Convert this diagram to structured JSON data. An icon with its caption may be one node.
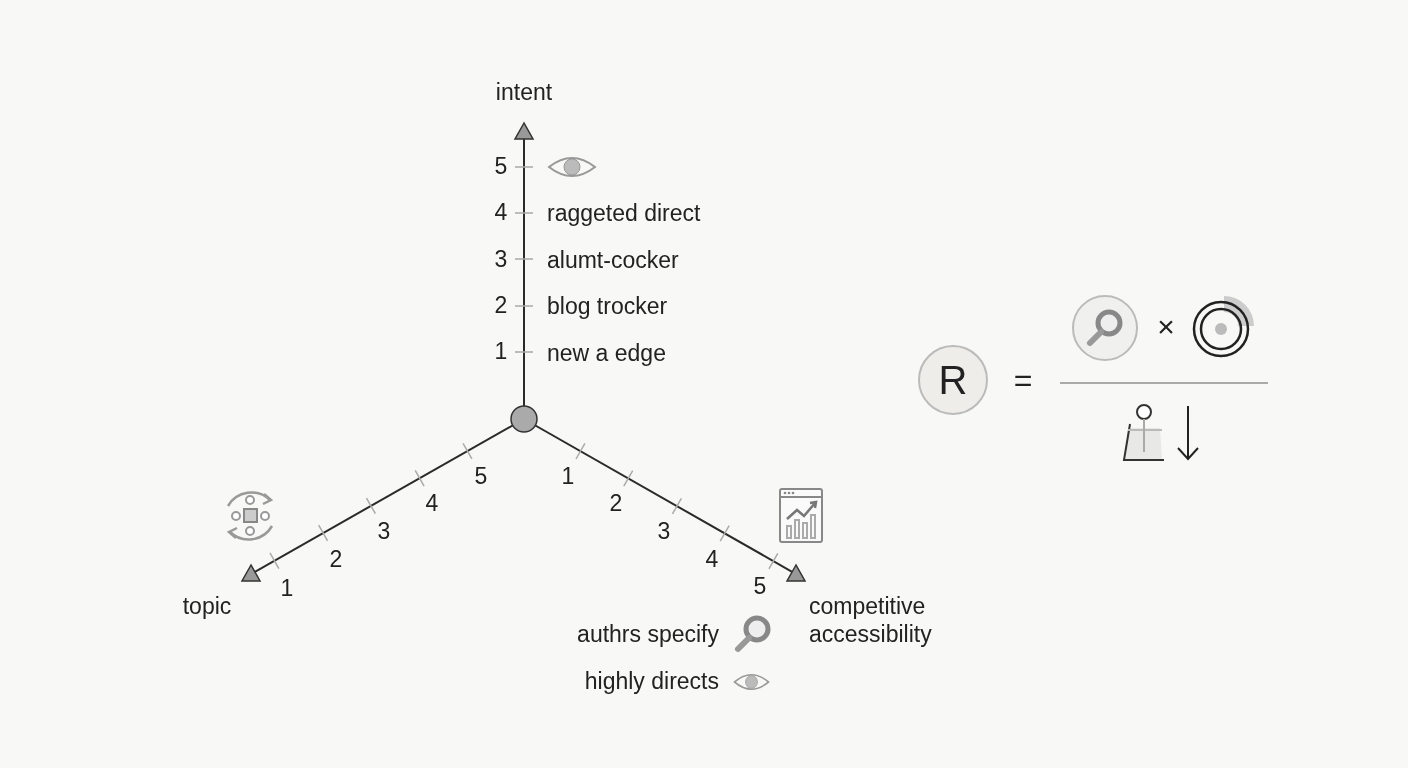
{
  "diagram": {
    "nodes": [
      {
        "text": [
          "R"
        ]
      }
    ],
    "labels": [
      "intent",
      "5",
      "4",
      "raggeted direct",
      "3",
      "alumt-cocker",
      "2",
      "blog trocker",
      "1",
      "new a edge",
      "×",
      "=",
      "5",
      "1",
      "4",
      "2",
      "3",
      "3",
      "2",
      "4",
      "1",
      "5",
      "topic",
      "competitive accessibility",
      "authrs specify",
      "highly directs"
    ]
  }
}
